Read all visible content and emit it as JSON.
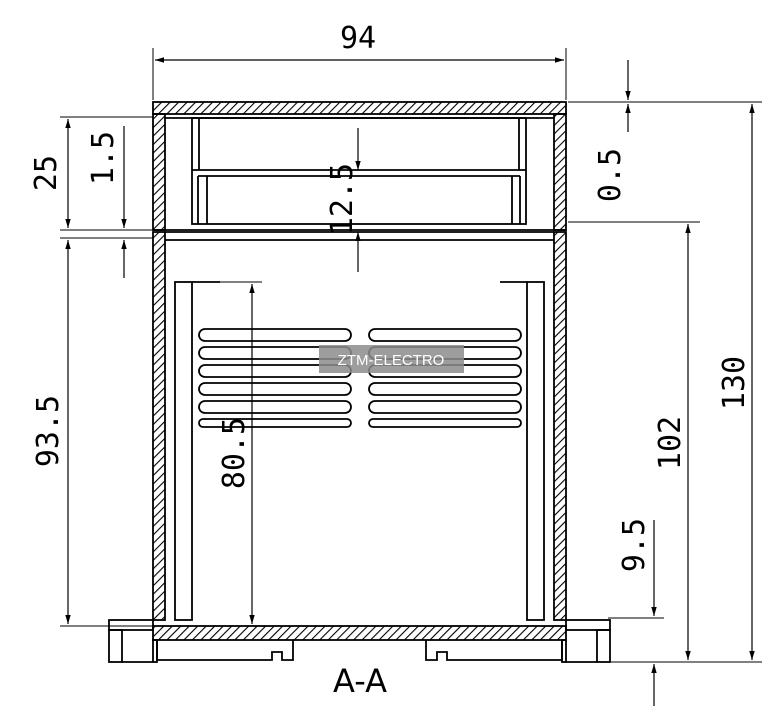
{
  "drawing": {
    "section_label": "A-A",
    "watermark": "ZTM-ELECTRO",
    "dimensions": {
      "overall_width": "94",
      "top_lid_thickness": "0.5",
      "lid_height": "25",
      "lid_wall": "1.5",
      "inner_lid_depth": "12.5",
      "body_height": "93.5",
      "inner_height": "80.5",
      "height_102": "102",
      "total_height": "130",
      "base_height": "9.5"
    },
    "colors": {
      "line": "#000000",
      "background": "#ffffff",
      "watermark_bg": "#8c8c8c"
    }
  }
}
